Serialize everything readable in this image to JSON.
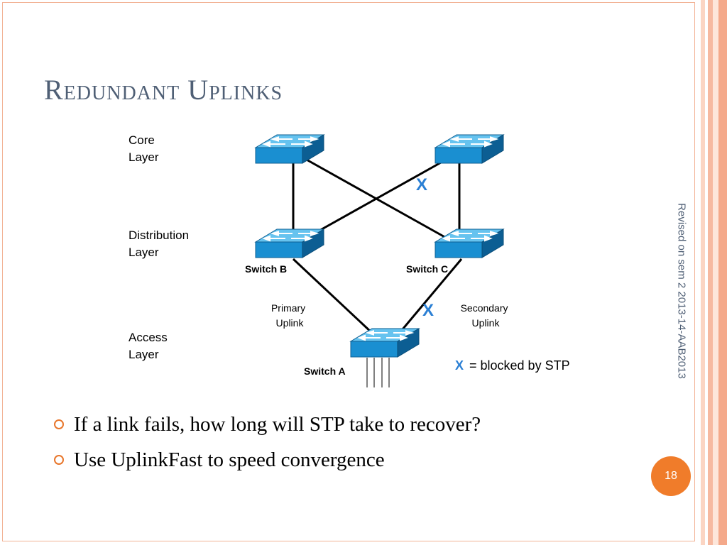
{
  "slide": {
    "title": "Redundant Uplinks",
    "layers": {
      "core": [
        "Core",
        "Layer"
      ],
      "distribution": [
        "Distribution",
        "Layer"
      ],
      "access": [
        "Access",
        "Layer"
      ]
    },
    "switches": {
      "switch_b": "Switch B",
      "switch_c": "Switch C",
      "switch_a": "Switch A"
    },
    "uplinks": {
      "primary": [
        "Primary",
        "Uplink"
      ],
      "secondary": [
        "Secondary",
        "Uplink"
      ]
    },
    "blocked_marker": "X",
    "legend_text": "= blocked by STP",
    "bullets": [
      "If a link fails, how long will STP take to recover?",
      "Use UplinkFast to speed convergence"
    ],
    "side_note": "Revised on sem 2 2013-14-AAB2013",
    "page_number": "18"
  },
  "colors": {
    "accent": "#f07c2a",
    "title": "#4f5f75",
    "switch_face": "#1a8fd1",
    "blocked_x": "#2a7fd4"
  },
  "icons": [
    "switch-icon",
    "bullet-circle-icon"
  ]
}
